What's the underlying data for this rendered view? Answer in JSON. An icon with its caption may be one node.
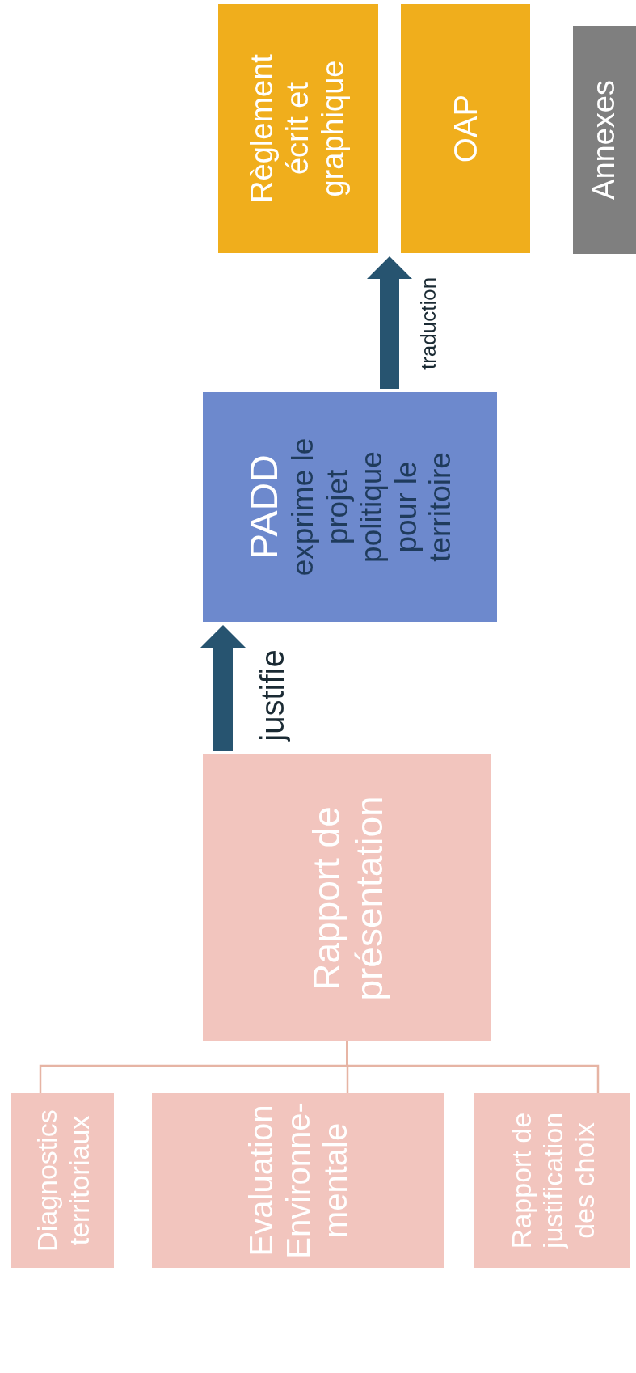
{
  "diagram": {
    "nodes": [
      {
        "text": [
          "Règlement écrit et graphique"
        ]
      },
      {
        "text": [
          "OAP"
        ]
      },
      {
        "text": [
          "Annexes"
        ]
      },
      {
        "text": [
          "PADD",
          "exprime le projet politique pour le territoire"
        ]
      },
      {
        "text": [
          "Rapport de présentation"
        ]
      },
      {
        "text": [
          "Diagnostics territoriaux"
        ]
      },
      {
        "text": [
          "Evaluation Environne- mentale"
        ]
      },
      {
        "text": [
          "Rapport de justification des choix"
        ]
      }
    ],
    "edges": [
      {
        "from": 4,
        "to": 3,
        "arrow": "to",
        "label": "justifie",
        "style": "thick",
        "color": "#275470"
      },
      {
        "from": 3,
        "to": 0,
        "arrow": "to",
        "label": "traduction",
        "style": "thick",
        "color": "#275470"
      },
      {
        "from": 3,
        "to": 1,
        "arrow": "to",
        "style": "thick",
        "color": "#275470"
      },
      {
        "from": 4,
        "to": 5,
        "arrow": "none",
        "color": "#e6b4a4"
      },
      {
        "from": 4,
        "to": 6,
        "arrow": "none",
        "color": "#e6b4a4"
      },
      {
        "from": 4,
        "to": 7,
        "arrow": "none",
        "color": "#e6b4a4"
      }
    ]
  }
}
